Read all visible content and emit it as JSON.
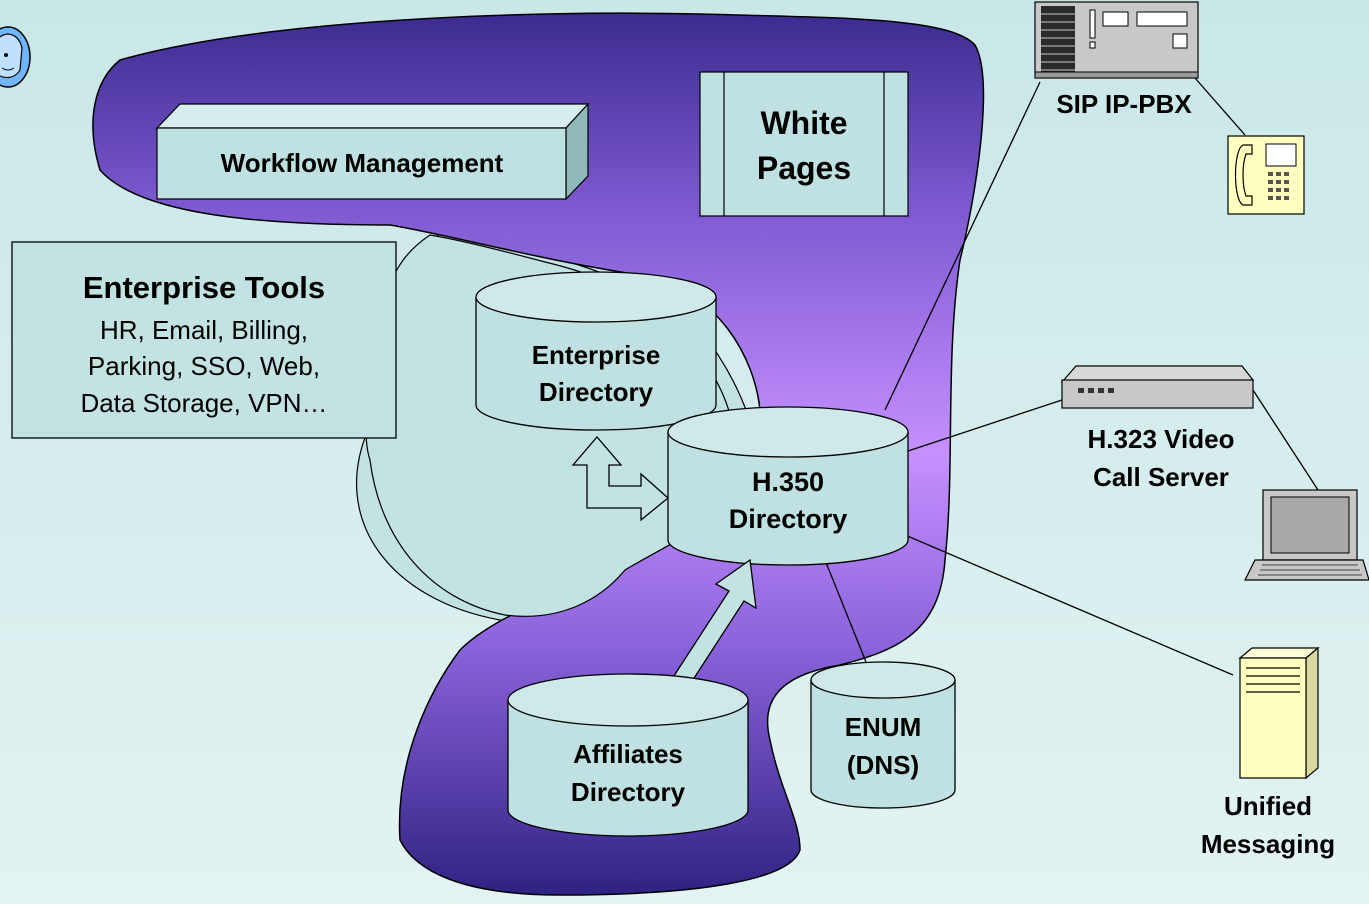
{
  "nodes": {
    "workflow": {
      "label": "Workflow Management"
    },
    "white_pages": {
      "line1": "White",
      "line2": "Pages"
    },
    "enterprise_tools": {
      "title": "Enterprise Tools",
      "lines": [
        "HR, Email, Billing,",
        "Parking, SSO, Web,",
        "Data Storage, VPN…"
      ]
    },
    "enterprise_dir": {
      "line1": "Enterprise",
      "line2": "Directory"
    },
    "h350": {
      "line1": "H.350",
      "line2": "Directory"
    },
    "affiliates": {
      "line1": "Affiliates",
      "line2": "Directory"
    },
    "enum": {
      "line1": "ENUM",
      "line2": "(DNS)"
    },
    "sip": {
      "label": "SIP IP-PBX"
    },
    "h323": {
      "line1": "H.323 Video",
      "line2": "Call Server"
    },
    "unified": {
      "line1": "Unified",
      "line2": "Messaging"
    }
  },
  "colors": {
    "background": "#cfeaea",
    "region_light": "#c6e4e4",
    "blob_top": "#3a2a8e",
    "blob_mid": "#c58cff",
    "shape_fill": "#bfe1e1",
    "device_fill": "#c8c8c8",
    "phone_fill": "#ffffc0"
  },
  "icons": [
    "user-avatar-icon",
    "pbx-icon",
    "telephone-icon",
    "video-server-icon",
    "laptop-icon",
    "server-tower-icon"
  ]
}
